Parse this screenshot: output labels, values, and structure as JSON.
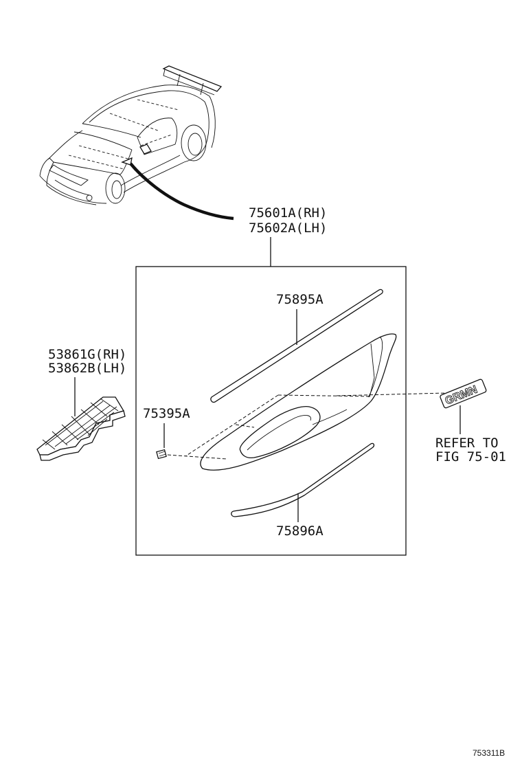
{
  "labels": {
    "assembly_rh": "75601A(RH)",
    "assembly_lh": "75602A(LH)",
    "moulding_upper": "75895A",
    "moulding_lower": "75896A",
    "clip": "75395A",
    "grille_rh": "53861G(RH)",
    "grille_lh": "53862B(LH)",
    "refer_line1": "REFER TO",
    "refer_line2": "FIG 75-01",
    "emblem_text": "GRMN",
    "figure_id": "753311B"
  }
}
